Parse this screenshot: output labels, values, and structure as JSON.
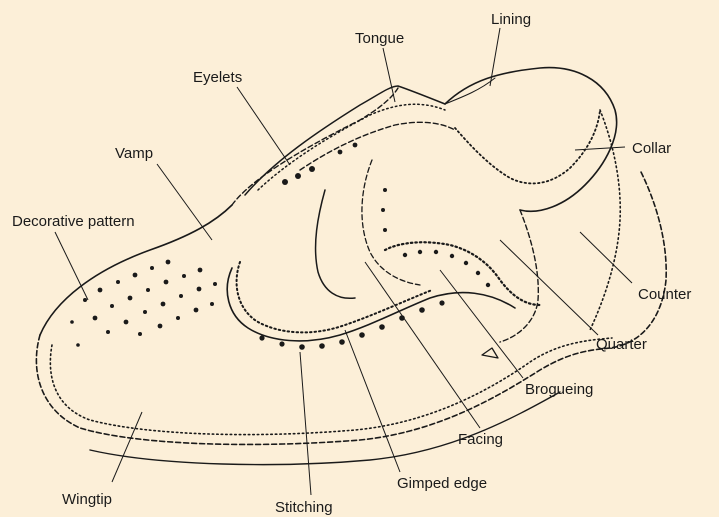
{
  "colors": {
    "background": "#fcefd8",
    "ink": "#1a1a1a"
  },
  "labels": {
    "tongue": "Tongue",
    "lining": "Lining",
    "eyelets": "Eyelets",
    "collar": "Collar",
    "vamp": "Vamp",
    "decorative_pattern": "Decorative pattern",
    "counter": "Counter",
    "quarter": "Quarter",
    "brogueing": "Brogueing",
    "facing": "Facing",
    "gimped_edge": "Gimped edge",
    "wingtip": "Wingtip",
    "stitching": "Stitching"
  }
}
